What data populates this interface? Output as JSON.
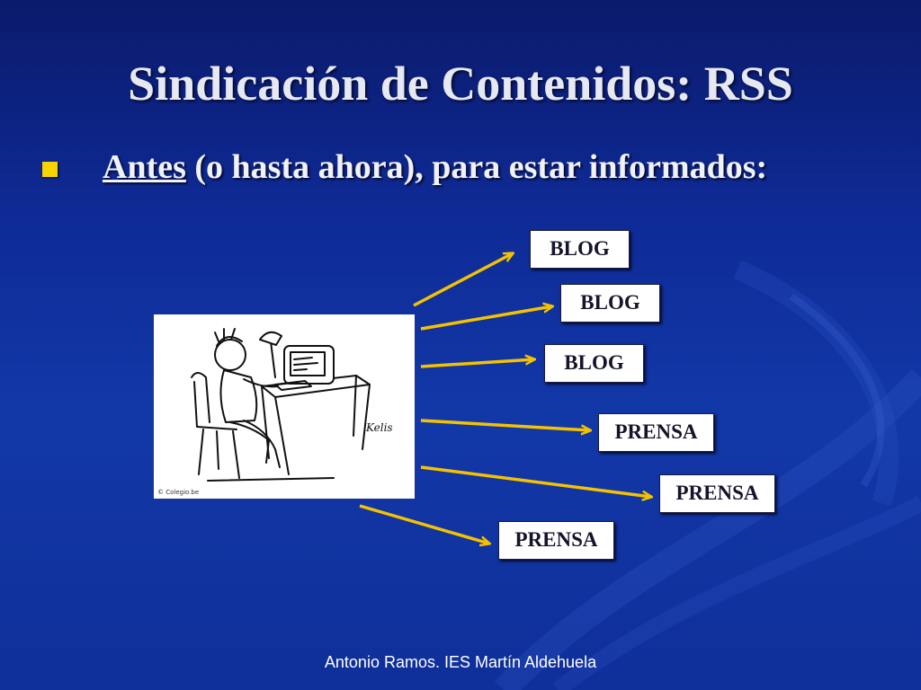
{
  "slide": {
    "title": "Sindicación de Contenidos: RSS",
    "bullet": {
      "underlined": "Antes",
      "rest": " (o hasta ahora), para estar informados:"
    },
    "boxes": [
      "BLOG",
      "BLOG",
      "BLOG",
      "PRENSA",
      "PRENSA",
      "PRENSA"
    ],
    "illustration_caption": "© Colegio.be",
    "signature": "Kelis",
    "footer": "Antonio Ramos. IES Martín Aldehuela"
  },
  "colors": {
    "background": "#0e2a95",
    "bullet": "#f5d400",
    "arrow": "#f5c200",
    "box_text": "#14142a",
    "footer_text": "#ffffff"
  },
  "icons": {
    "bullet": "square-bullet-icon",
    "arrow": "arrow-icon"
  }
}
